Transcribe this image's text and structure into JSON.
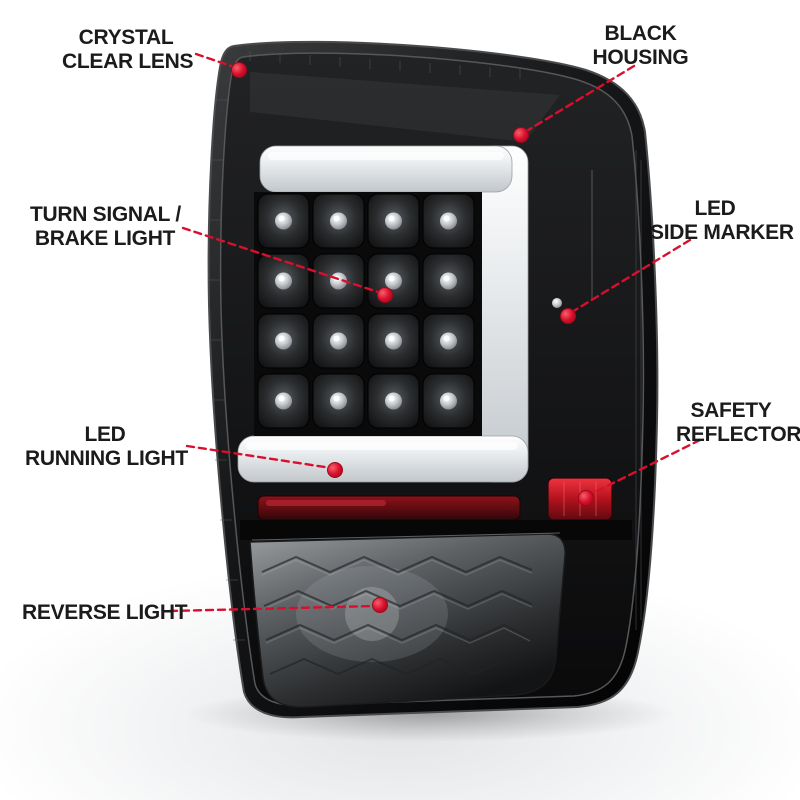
{
  "diagram": {
    "subject": "led-tail-light",
    "accent_color": "#d8102e",
    "label_color": "#1b1b1b",
    "housing_color": "#0a0a0b",
    "light_bar_color": "#e8ebed",
    "reflector_color": "#b3121d"
  },
  "callouts": {
    "crystal_clear_lens": {
      "line1": "CRYSTAL",
      "line2": "CLEAR LENS"
    },
    "black_housing": {
      "line1": "BLACK",
      "line2": "HOUSING"
    },
    "turn_signal_brake_light": {
      "line1": "TURN SIGNAL /",
      "line2": "BRAKE LIGHT"
    },
    "led_side_marker": {
      "line1": "LED",
      "line2": "SIDE MARKER"
    },
    "led_running_light": {
      "line1": "LED",
      "line2": "RUNNING LIGHT"
    },
    "safety_reflector": {
      "line1": "SAFETY",
      "line2": "REFLECTOR"
    },
    "reverse_light": {
      "line1": "REVERSE LIGHT"
    }
  }
}
